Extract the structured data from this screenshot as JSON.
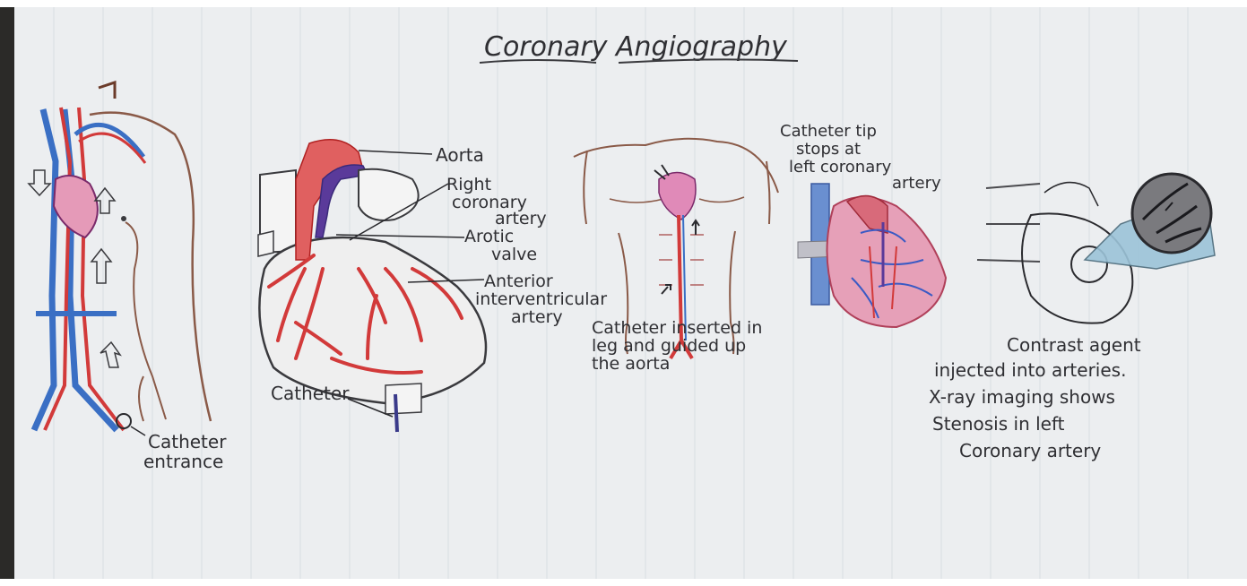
{
  "title": "Coronary Angiography",
  "panel1": {
    "catheter_entrance": [
      "Catheter",
      "entrance"
    ]
  },
  "panel2": {
    "aorta": "Aorta",
    "right_coronary": [
      "Right",
      "coronary",
      "artery"
    ],
    "aortic_valve": [
      "Arotic",
      "valve"
    ],
    "anterior_interventricular": [
      "Anterior",
      "interventricular",
      "artery"
    ],
    "catheter": "Catheter"
  },
  "panel3": {
    "caption": [
      "Catheter inserted in",
      "leg and guided up",
      "the aorta"
    ]
  },
  "panel4": {
    "caption": [
      "Catheter tip",
      "stops at",
      "left coronary",
      "artery"
    ]
  },
  "panel5": {
    "caption": [
      "Contrast agent",
      "injected into arteries.",
      "X-ray imaging shows",
      "Stenosis in left",
      "Coronary artery"
    ]
  },
  "colors": {
    "artery_red": "#d23a3a",
    "vein_blue": "#3a6fc4",
    "pencil": "#3a3a3e",
    "skin": "#8a5a48",
    "heart_pink": "#e59ab8",
    "paper": "#eceef0"
  }
}
